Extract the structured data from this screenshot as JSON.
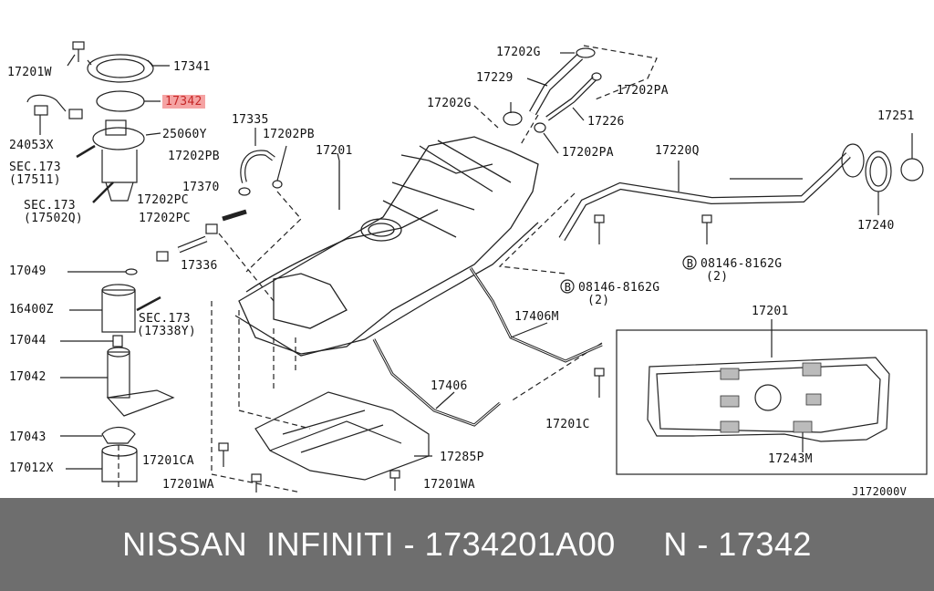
{
  "labels": {
    "l17201W": "17201W",
    "l17341": "17341",
    "l17342": "17342",
    "l24053X": "24053X",
    "l25060Y": "25060Y",
    "lsec17511a": "SEC.173",
    "lsec17511b": "(17511)",
    "lsec17502a": "SEC.173",
    "lsec17502b": "(17502Q)",
    "l17335": "17335",
    "l17202PB_a": "17202PB",
    "l17202PB_b": "17202PB",
    "l17370": "17370",
    "l17202PC_a": "17202PC",
    "l17202PC_b": "17202PC",
    "l17336": "17336",
    "l17201_top": "17201",
    "l17049": "17049",
    "l16400Z": "16400Z",
    "lsec17338a": "SEC.173",
    "lsec17338b": "(17338Y)",
    "l17044": "17044",
    "l17042": "17042",
    "l17043": "17043",
    "l17012X": "17012X",
    "l17201CA": "17201CA",
    "l17201WA_a": "17201WA",
    "l17201WA_b": "17201WA",
    "l17285P": "17285P",
    "l17202G_a": "17202G",
    "l17229": "17229",
    "l17202PA_a": "17202PA",
    "l17202G_b": "17202G",
    "l17226": "17226",
    "l17202PA_b": "17202PA",
    "l17220Q": "17220Q",
    "l17251": "17251",
    "l17240": "17240",
    "l08146_a": "08146-8162G",
    "l08146_a2": "(2)",
    "l08146_b": "08146-8162G",
    "l08146_b2": "(2)",
    "lB_a": "B",
    "lB_b": "B",
    "l17406M": "17406M",
    "l17406": "17406",
    "l17201C": "17201C",
    "l17201_inset": "17201",
    "l17243M": "17243M",
    "lcode": "J172000V"
  },
  "footer": {
    "part1": "NISSAN  INFINITI - 1734201A00",
    "part2": "N - 17342"
  },
  "colors": {
    "highlight": "#f5a3a3",
    "highlight_text": "#c62828",
    "footer_bg": "#6e6e6e"
  }
}
